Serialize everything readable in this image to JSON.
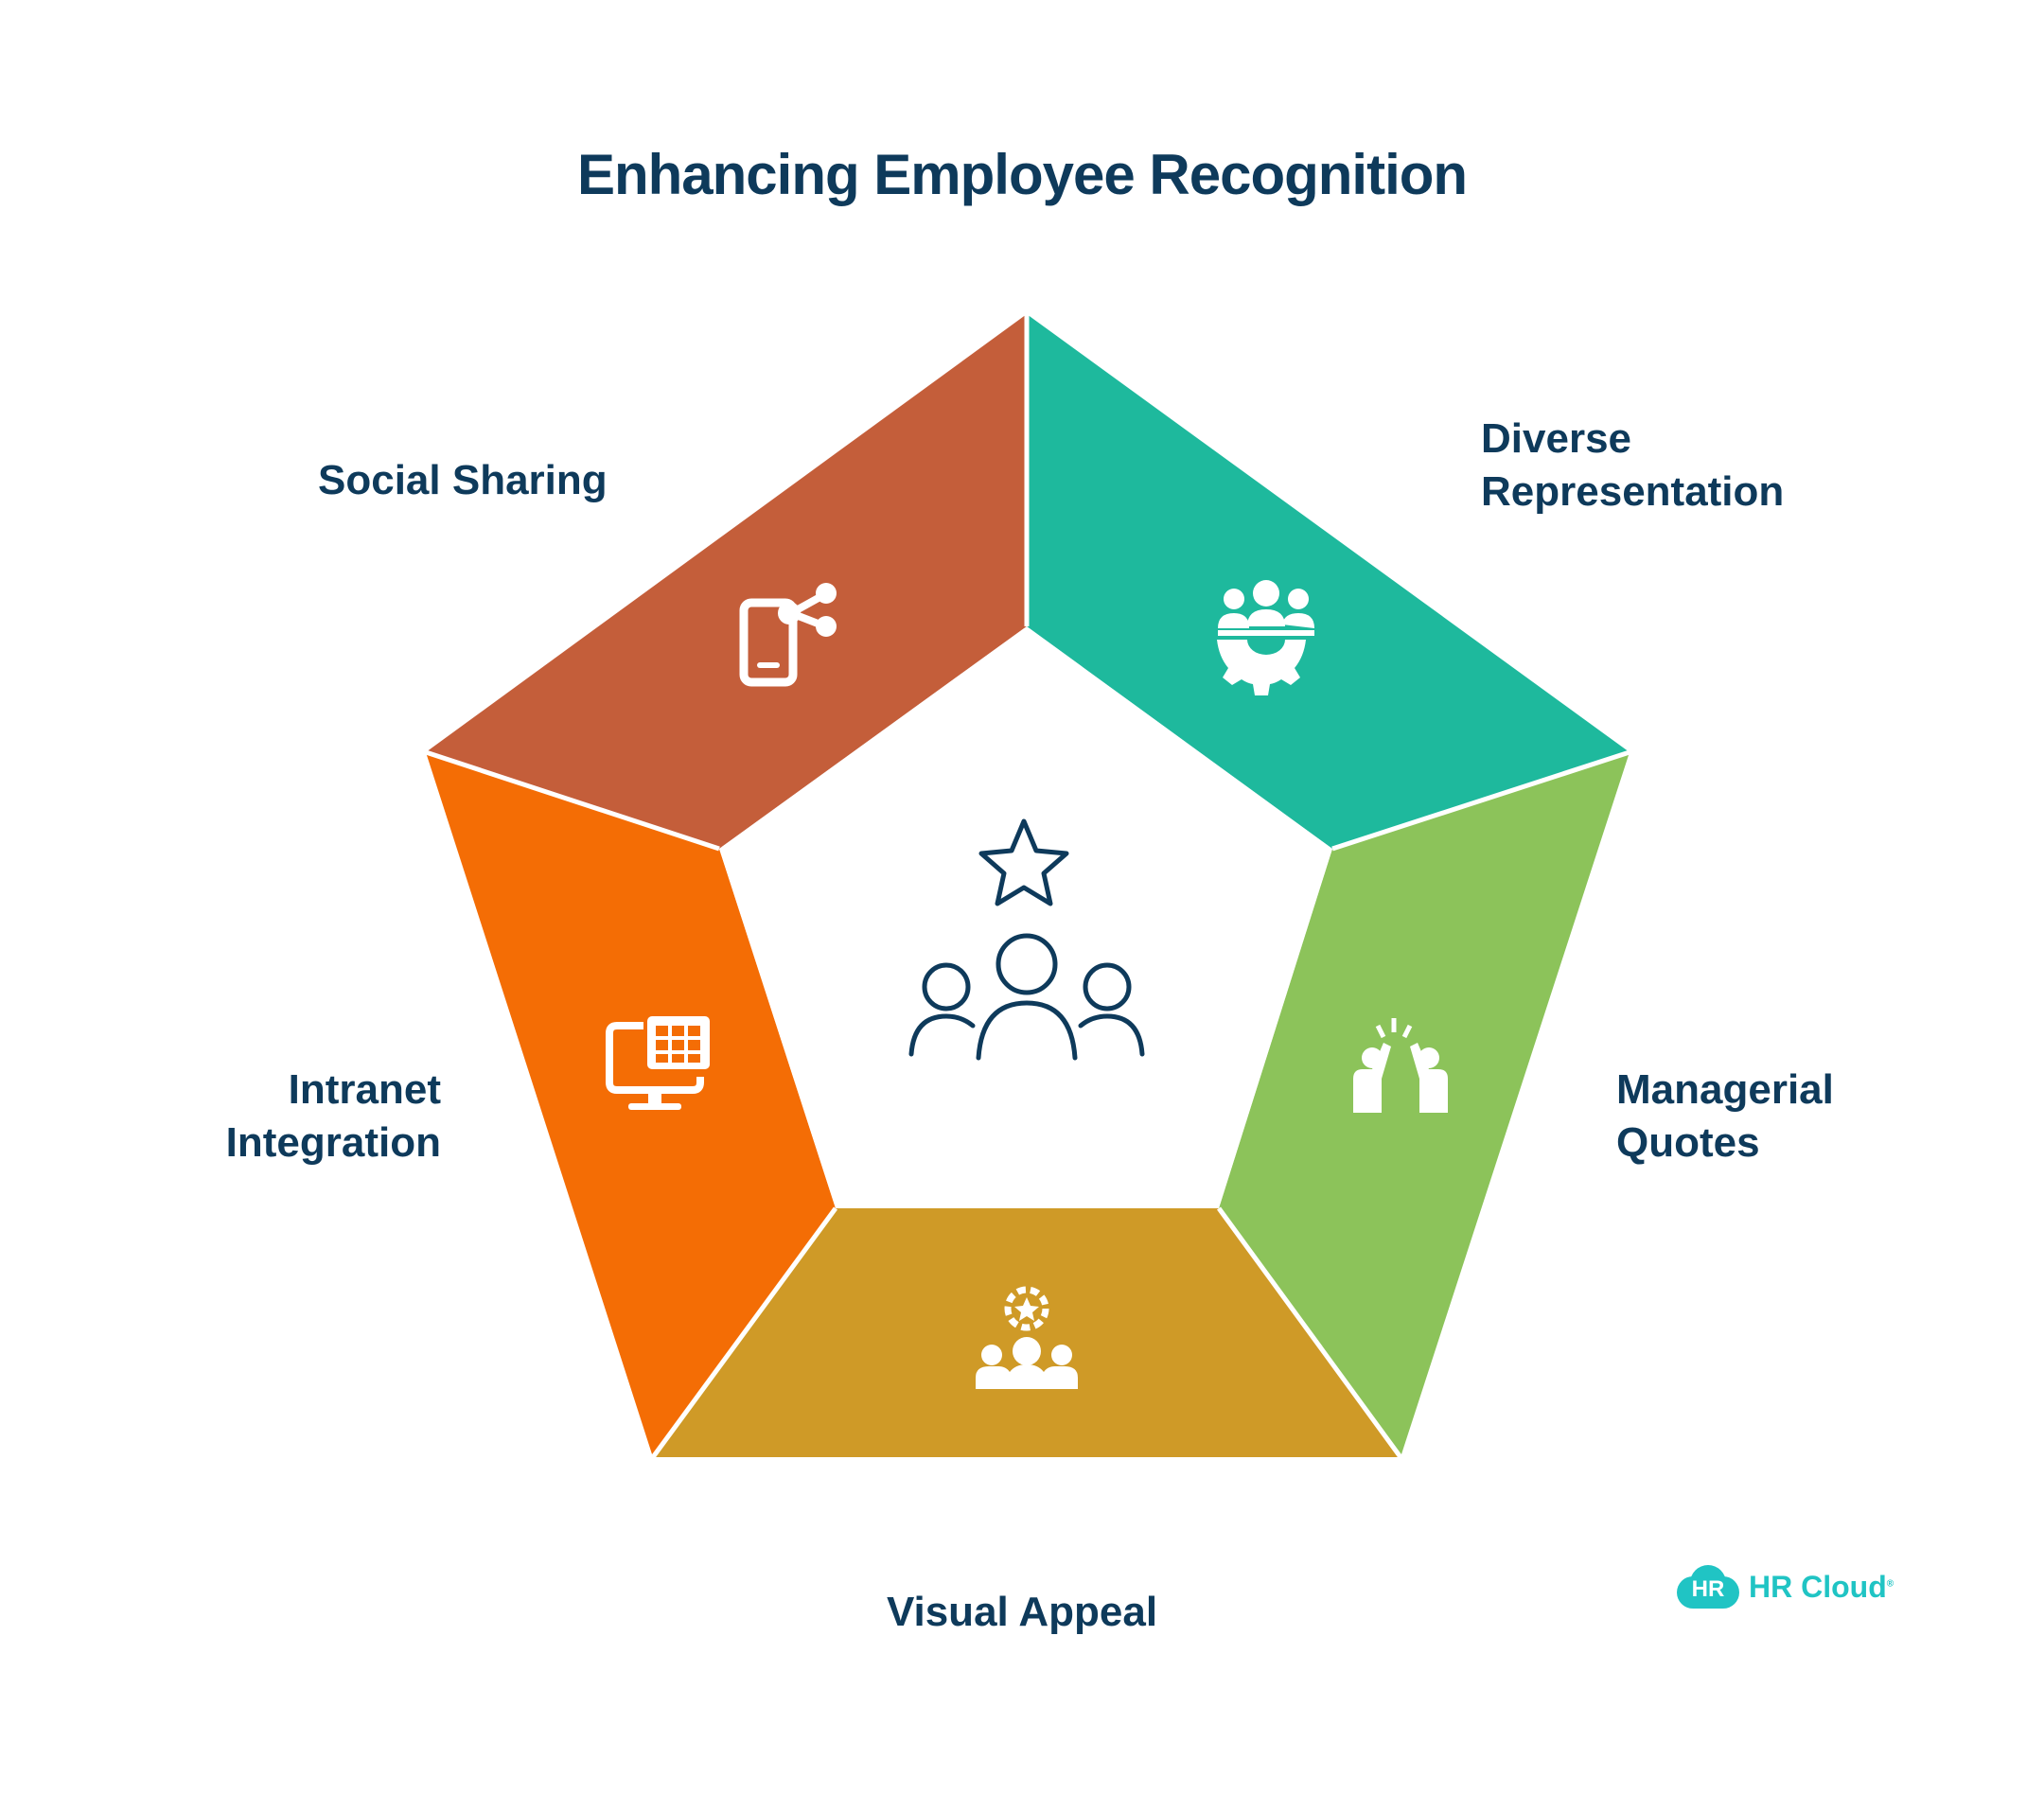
{
  "title": "Enhancing Employee Recognition",
  "segments": [
    {
      "id": "social",
      "label_lines": [
        "Social Sharing"
      ],
      "color": "#c45e3a",
      "icon": "mobile-share-icon"
    },
    {
      "id": "diverse",
      "label_lines": [
        "Diverse",
        "Representation"
      ],
      "color": "#1eb99d",
      "icon": "team-gear-icon"
    },
    {
      "id": "managerial",
      "label_lines": [
        "Managerial",
        "Quotes"
      ],
      "color": "#8cc35a",
      "icon": "high-five-icon"
    },
    {
      "id": "visual",
      "label_lines": [
        "Visual Appeal"
      ],
      "color": "#cf9a27",
      "icon": "award-audience-icon"
    },
    {
      "id": "intranet",
      "label_lines": [
        "Intranet",
        "Integration"
      ],
      "color": "#f46d05",
      "icon": "monitor-grid-icon"
    }
  ],
  "center": {
    "icon": "team-star-icon",
    "color": "#0e3a5b"
  },
  "logo": {
    "badge": "HR",
    "name": "HR Cloud",
    "mark": "®",
    "color": "#20c4c4"
  }
}
